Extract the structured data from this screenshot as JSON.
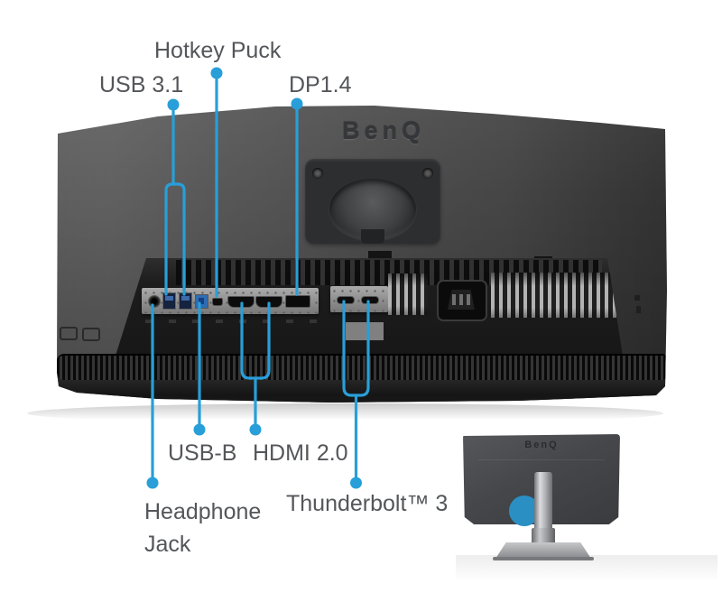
{
  "colors": {
    "accent": "#289fd8",
    "label_text": "#54565a",
    "background": "#ffffff"
  },
  "main_photo": {
    "brand_logo": "BenQ",
    "ports": [
      "headphone-jack",
      "usb-a-3.1",
      "usb-a-3.1",
      "usb-b",
      "mini-usb-hotkey-puck",
      "hdmi",
      "hdmi",
      "displayport",
      "thunderbolt-3-usb-c",
      "thunderbolt-3-usb-c",
      "ac-power-inlet"
    ]
  },
  "callouts": {
    "hotkey_puck": "Hotkey Puck",
    "usb31": "USB 3.1",
    "dp14": "DP1.4",
    "usb_b": "USB-B",
    "hdmi20": "HDMI 2.0",
    "headphone_jack": "Headphone Jack",
    "thunderbolt3": "Thunderbolt™ 3"
  },
  "inset_photo": {
    "brand_logo": "BenQ"
  }
}
